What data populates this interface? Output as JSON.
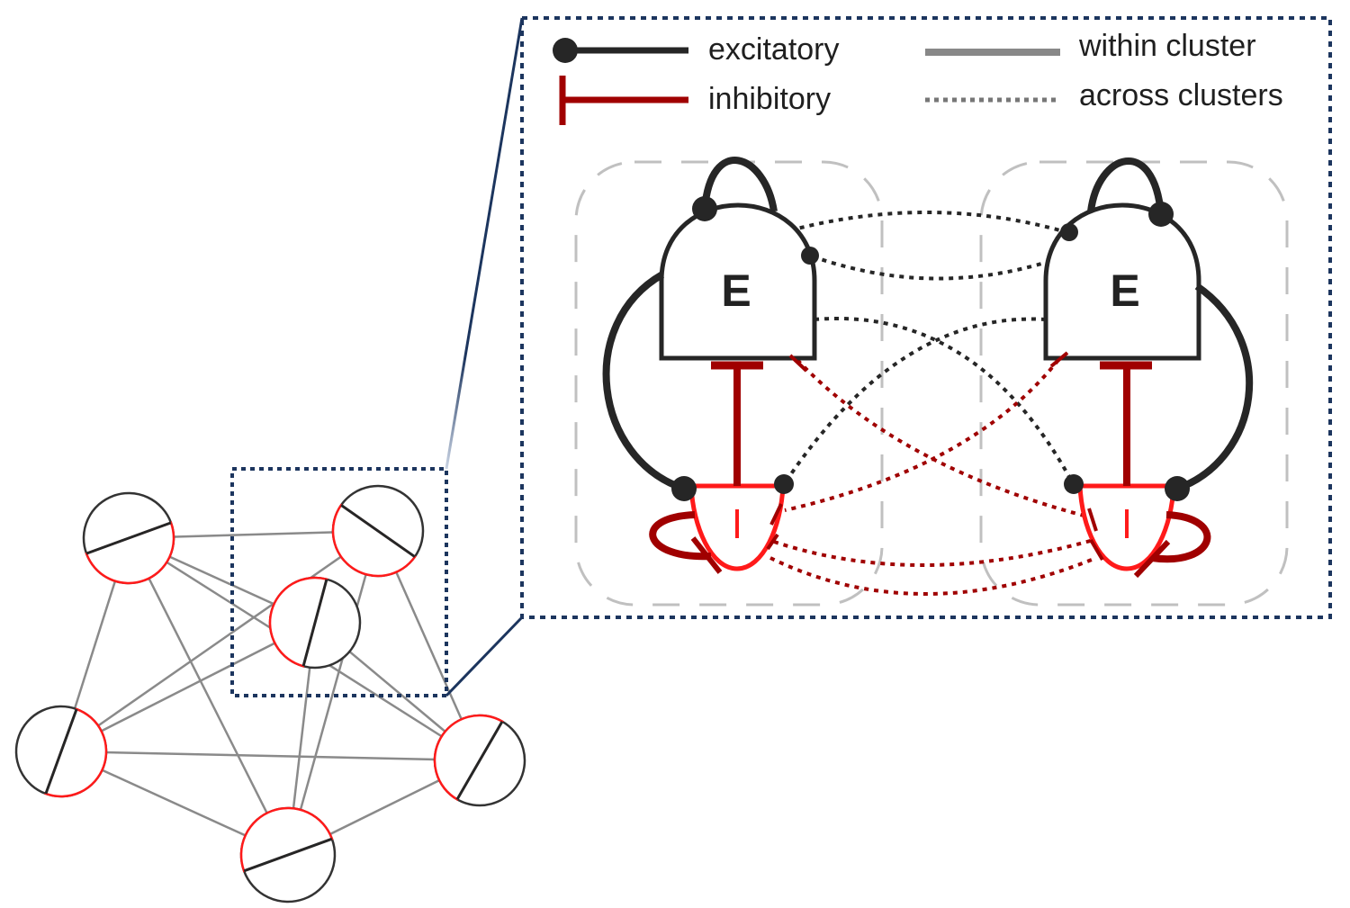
{
  "legend": {
    "excitatory": "excitatory",
    "inhibitory": "inhibitory",
    "within_cluster": "within cluster",
    "across_clusters": "across clusters"
  },
  "clusters": {
    "left_e_label": "E",
    "right_e_label": "E"
  },
  "colors": {
    "excitatory": "#262626",
    "inhibitory_dark": "#a00000",
    "inhibitory_bright": "#ff1a1a",
    "within_cluster": "#888888",
    "frame": "#1c355e",
    "cluster_outline": "#c0c0c0"
  }
}
